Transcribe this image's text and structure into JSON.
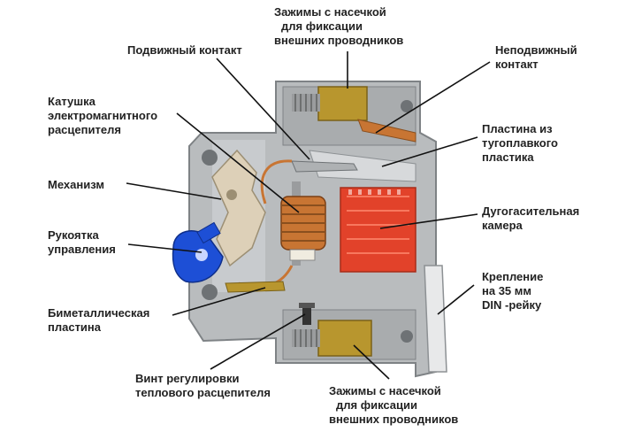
{
  "labels": {
    "top_clamps": [
      "Зажимы с насечкой",
      "для фиксации",
      "внешних проводников"
    ],
    "moving_contact": [
      "Подвижный контакт"
    ],
    "fixed_contact": [
      "Неподвижный",
      "контакт"
    ],
    "coil": [
      "Катушка",
      "электромагнитного",
      "расцепителя"
    ],
    "plate": [
      "Пластина из",
      "тугоплавкого",
      "пластика"
    ],
    "mechanism": [
      "Механизм"
    ],
    "arc_chamber": [
      "Дугогасительная",
      "камера"
    ],
    "handle": [
      "Рукоятка",
      "управления"
    ],
    "din_mount": [
      "Крепление",
      "на 35 мм",
      "DIN -рейку"
    ],
    "bimetal": [
      "Биметаллическая",
      "пластина"
    ],
    "screw": [
      "Винт регулировки",
      "теплового расцепителя"
    ],
    "bottom_clamps": [
      "Зажимы с насечкой",
      "для фиксации",
      "внешних проводников"
    ]
  },
  "colors": {
    "housing": "#b9bcbe",
    "housing_dark": "#8d9194",
    "arc_chamber": "#e2422a",
    "copper": "#c87533",
    "brass": "#b8962e",
    "handle": "#1d4fd6",
    "mechanism": "#ddd0b8",
    "leader": "#111111"
  }
}
